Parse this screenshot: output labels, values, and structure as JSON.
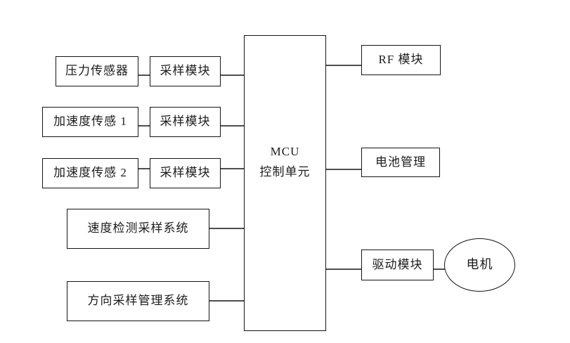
{
  "diagram": {
    "title": "MCU control system block diagram",
    "background_color": "#ffffff",
    "line_color": "#141414",
    "text_color": "#1c1c1c",
    "nodes": {
      "pressure_sensor": {
        "label": "压力传感器",
        "shape": "rect"
      },
      "sampling_module_1": {
        "label": "采样模块",
        "shape": "rect"
      },
      "accel_sensor_1": {
        "label": "加速度传感 1",
        "shape": "rect"
      },
      "sampling_module_2": {
        "label": "采样模块",
        "shape": "rect"
      },
      "accel_sensor_2": {
        "label": "加速度传感 2",
        "shape": "rect"
      },
      "sampling_module_3": {
        "label": "采样模块",
        "shape": "rect"
      },
      "speed_detection_system": {
        "label": "速度检测采样系统",
        "shape": "rect"
      },
      "direction_sampling_system": {
        "label": "方向采样管理系统",
        "shape": "rect"
      },
      "mcu": {
        "label_line1": "MCU",
        "label_line2": "控制单元",
        "shape": "rect"
      },
      "rf_module": {
        "label": "RF 模块",
        "shape": "rect"
      },
      "battery_management": {
        "label": "电池管理",
        "shape": "rect"
      },
      "drive_module": {
        "label": "驱动模块",
        "shape": "rect"
      },
      "motor": {
        "label": "电机",
        "shape": "ellipse"
      }
    },
    "edges": [
      {
        "from": "pressure_sensor",
        "to": "sampling_module_1"
      },
      {
        "from": "sampling_module_1",
        "to": "mcu"
      },
      {
        "from": "accel_sensor_1",
        "to": "sampling_module_2"
      },
      {
        "from": "sampling_module_2",
        "to": "mcu"
      },
      {
        "from": "accel_sensor_2",
        "to": "sampling_module_3"
      },
      {
        "from": "sampling_module_3",
        "to": "mcu"
      },
      {
        "from": "speed_detection_system",
        "to": "mcu"
      },
      {
        "from": "direction_sampling_system",
        "to": "mcu"
      },
      {
        "from": "mcu",
        "to": "rf_module"
      },
      {
        "from": "mcu",
        "to": "battery_management"
      },
      {
        "from": "mcu",
        "to": "drive_module"
      },
      {
        "from": "drive_module",
        "to": "motor"
      }
    ]
  }
}
